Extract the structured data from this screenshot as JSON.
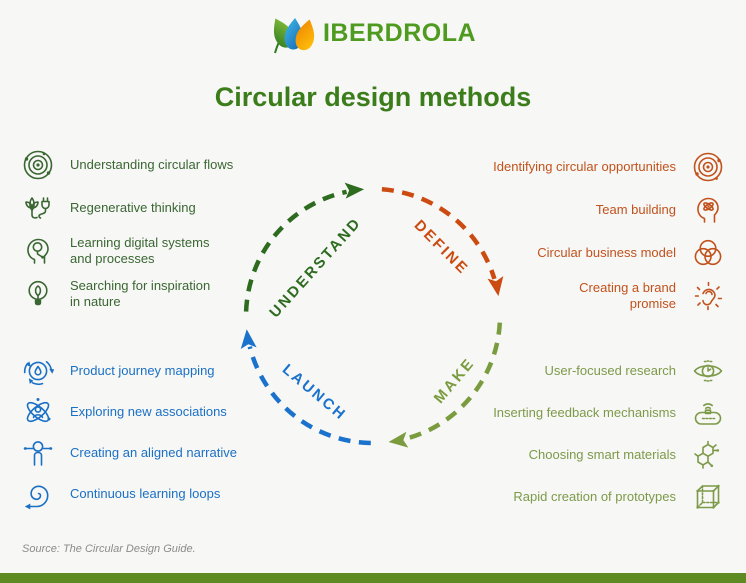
{
  "page": {
    "background": "#f7f7f6",
    "bottom_bar_color": "#5d8b21"
  },
  "header": {
    "brand": "IBERDROLA",
    "brand_color": "#4f9b20",
    "title": "Circular design methods",
    "title_color": "#3c7d1b",
    "logo_colors": {
      "leaf_green": "#2e7a1f",
      "leaf_green_light": "#8dc63f",
      "drop_blue": "#1467b2",
      "drop_blue_light": "#40b8e8",
      "drop_orange": "#ef8200",
      "drop_orange_light": "#ffc40c"
    }
  },
  "cycle": {
    "direction": "clockwise",
    "phases": [
      {
        "label": "UNDERSTAND",
        "color": "#2d6b1f",
        "position": "top-left"
      },
      {
        "label": "DEFINE",
        "color": "#cc4b10",
        "position": "top-right"
      },
      {
        "label": "MAKE",
        "color": "#7a9c3e",
        "position": "bottom-right"
      },
      {
        "label": "LAUNCH",
        "color": "#1b72cc",
        "position": "bottom-left"
      }
    ]
  },
  "columns": {
    "left_top": {
      "color": "#3a6632",
      "items": [
        {
          "icon": "orbit-flows-icon",
          "label": "Understanding circular flows"
        },
        {
          "icon": "plant-plug-icon",
          "label": "Regenerative thinking"
        },
        {
          "icon": "head-circuit-icon",
          "label": "Learning digital systems\nand processes"
        },
        {
          "icon": "bulb-leaf-icon",
          "label": "Searching for inspiration\nin nature"
        }
      ]
    },
    "left_bottom": {
      "color": "#1a70c5",
      "items": [
        {
          "icon": "drop-cycle-icon",
          "label": "Product journey mapping"
        },
        {
          "icon": "atom-person-icon",
          "label": "Exploring new associations"
        },
        {
          "icon": "balance-person-icon",
          "label": "Creating an aligned narrative"
        },
        {
          "icon": "spiral-loop-icon",
          "label": "Continuous learning loops"
        }
      ]
    },
    "right_top": {
      "color": "#c2521c",
      "items": [
        {
          "icon": "orbit-opportunities-icon",
          "label": "Identifying circular opportunities"
        },
        {
          "icon": "head-atom-icon",
          "label": "Team building"
        },
        {
          "icon": "venn-circles-icon",
          "label": "Circular business model"
        },
        {
          "icon": "ear-rays-icon",
          "label": "Creating a brand\npromise"
        }
      ]
    },
    "right_bottom": {
      "color": "#7d9a49",
      "items": [
        {
          "icon": "eye-icon",
          "label": "User-focused research"
        },
        {
          "icon": "device-wifi-icon",
          "label": "Inserting feedback mechanisms"
        },
        {
          "icon": "molecule-icon",
          "label": "Choosing smart materials"
        },
        {
          "icon": "cube-wireframe-icon",
          "label": "Rapid creation of prototypes"
        }
      ]
    }
  },
  "footer": {
    "source": "Source: The Circular Design Guide."
  }
}
